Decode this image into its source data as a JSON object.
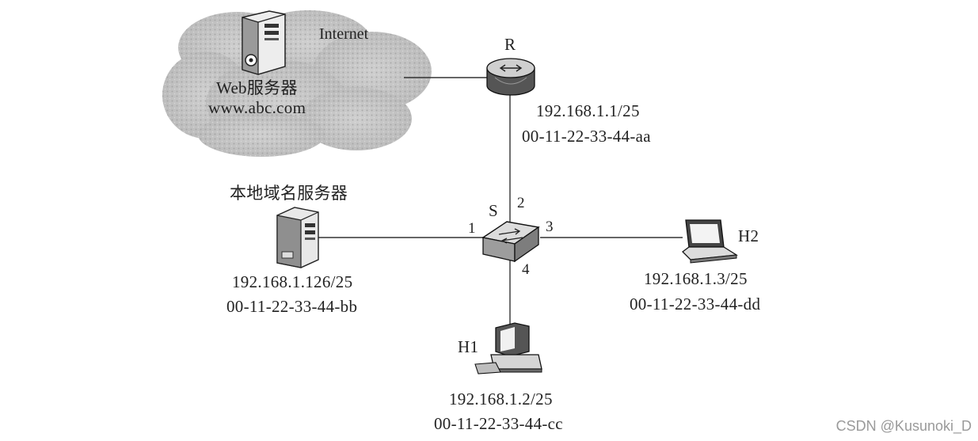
{
  "internet": {
    "label": "Internet",
    "web_server_label": "Web服务器",
    "web_server_domain": "www.abc.com"
  },
  "router": {
    "name": "R",
    "ip": "192.168.1.1/25",
    "mac": "00-11-22-33-44-aa"
  },
  "switch": {
    "name": "S",
    "ports": {
      "p1": "1",
      "p2": "2",
      "p3": "3",
      "p4": "4"
    }
  },
  "dns_server": {
    "label": "本地域名服务器",
    "ip": "192.168.1.126/25",
    "mac": "00-11-22-33-44-bb"
  },
  "h1": {
    "name": "H1",
    "ip": "192.168.1.2/25",
    "mac": "00-11-22-33-44-cc"
  },
  "h2": {
    "name": "H2",
    "ip": "192.168.1.3/25",
    "mac": "00-11-22-33-44-dd"
  },
  "watermark": "CSDN @Kusunoki_D"
}
